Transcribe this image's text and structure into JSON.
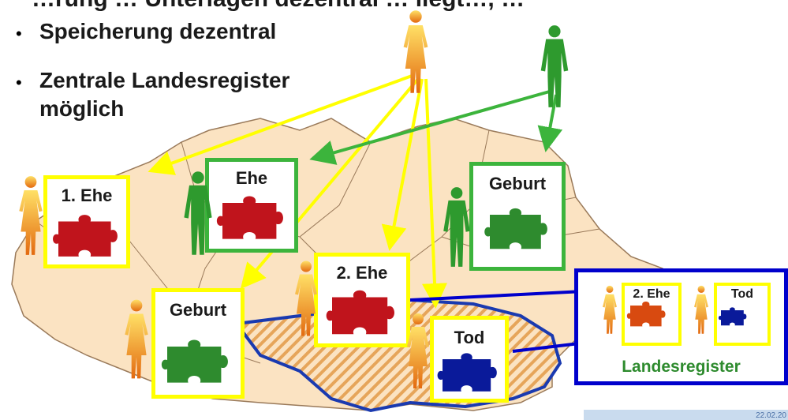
{
  "slide": {
    "title_fragment": "…rung … Unterlagen dezentral … liegt…, …",
    "bullets": [
      "Speicherung dezentral",
      "Zentrale Landesregister",
      "möglich"
    ]
  },
  "records": [
    {
      "label": "1. Ehe",
      "piece": "red"
    },
    {
      "label": "Ehe",
      "piece": "red"
    },
    {
      "label": "Geburt",
      "piece": "green"
    },
    {
      "label": "2. Ehe",
      "piece": "red"
    },
    {
      "label": "Geburt",
      "piece": "green"
    },
    {
      "label": "Tod",
      "piece": "blue"
    }
  ],
  "landesregister": {
    "title": "Landesregister",
    "items": [
      {
        "label": "2. Ehe",
        "piece": "red"
      },
      {
        "label": "Tod",
        "piece": "blue"
      }
    ]
  },
  "footer": {
    "date": "22.02.20"
  },
  "colors": {
    "yellow": "#ffff00",
    "green": "#3cb43c",
    "blue": "#0000cc",
    "red_piece": "#c0141c",
    "green_piece": "#2e8b2e",
    "blue_piece": "#0a1a9a",
    "map_fill": "#fbe3c2",
    "map_stroke": "#9a7a5a"
  }
}
